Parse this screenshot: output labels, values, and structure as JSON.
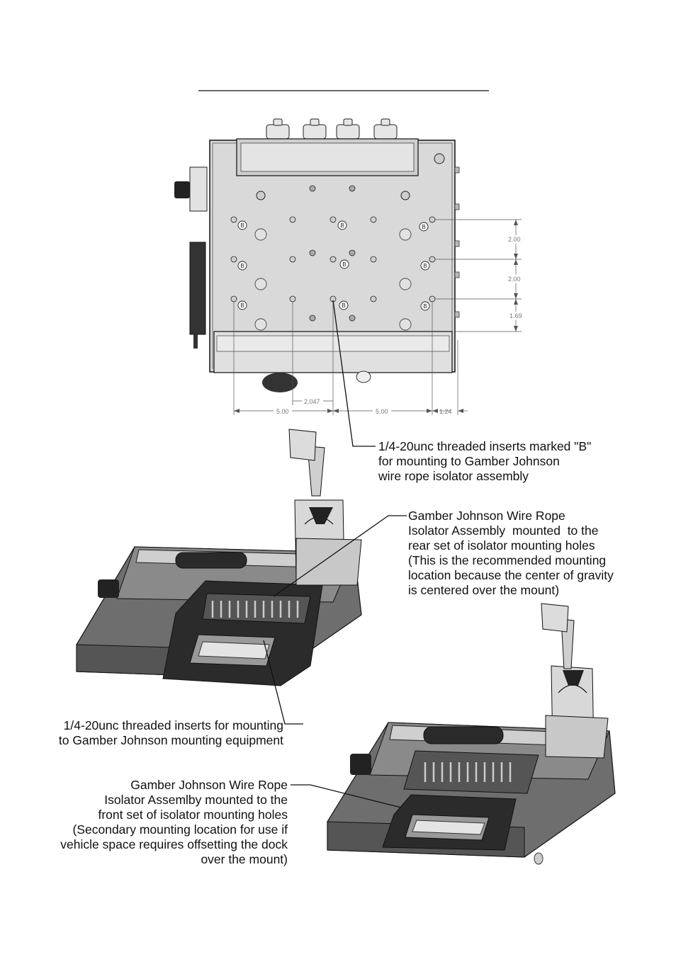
{
  "dimensions": {
    "vertical": [
      "2.00",
      "2.00",
      "1.69"
    ],
    "horizontal": [
      "5.00",
      "2.047",
      "5.00",
      "1.24"
    ]
  },
  "hole_marker": "B",
  "annotations": {
    "threaded_b": [
      "1/4-20unc threaded inserts marked \"B\"",
      "for mounting to Gamber Johnson",
      "wire rope isolator assembly"
    ],
    "rear_set": [
      "Gamber Johnson Wire Rope",
      "Isolator Assembly  mounted  to the",
      "rear set of isolator mounting holes",
      "(This is the recommended mounting",
      "location because the center of gravity",
      "is centered over the mount)"
    ],
    "threaded_mounting": [
      "1/4-20unc threaded inserts for mounting",
      "to Gamber Johnson mounting equipment"
    ],
    "front_set": [
      "Gamber Johnson Wire Rope",
      "Isolator Assemlby mounted to the",
      "front set of isolator mounting holes",
      "(Secondary mounting location for use if",
      "vehicle space requires offsetting the dock",
      "over the mount)"
    ]
  },
  "colors": {
    "line": "#111111",
    "panel": "#d9d9d9",
    "dark_plate": "#2a2a2a",
    "metal": "#9a9a9a"
  }
}
